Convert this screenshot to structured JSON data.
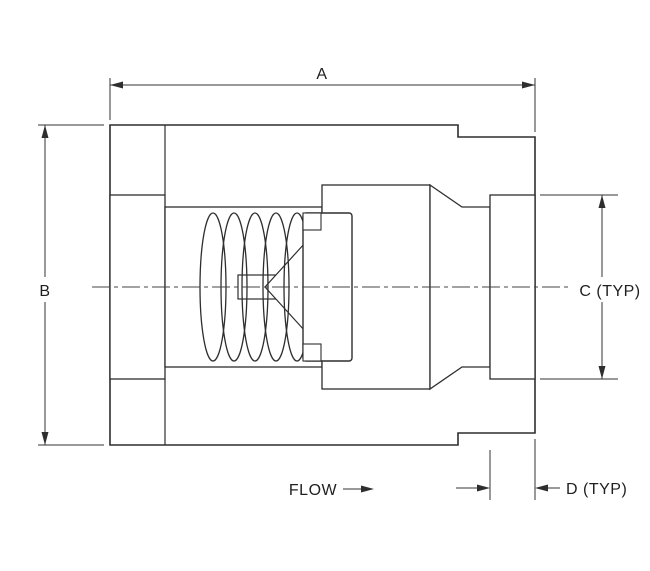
{
  "labels": {
    "dim_a": "A",
    "dim_b": "B",
    "dim_c": "C (TYP)",
    "dim_d": "D (TYP)",
    "flow": "FLOW"
  },
  "colors": {
    "background": "#ffffff",
    "line": "#2e2e2e",
    "hatch": "#4d4d4d"
  }
}
